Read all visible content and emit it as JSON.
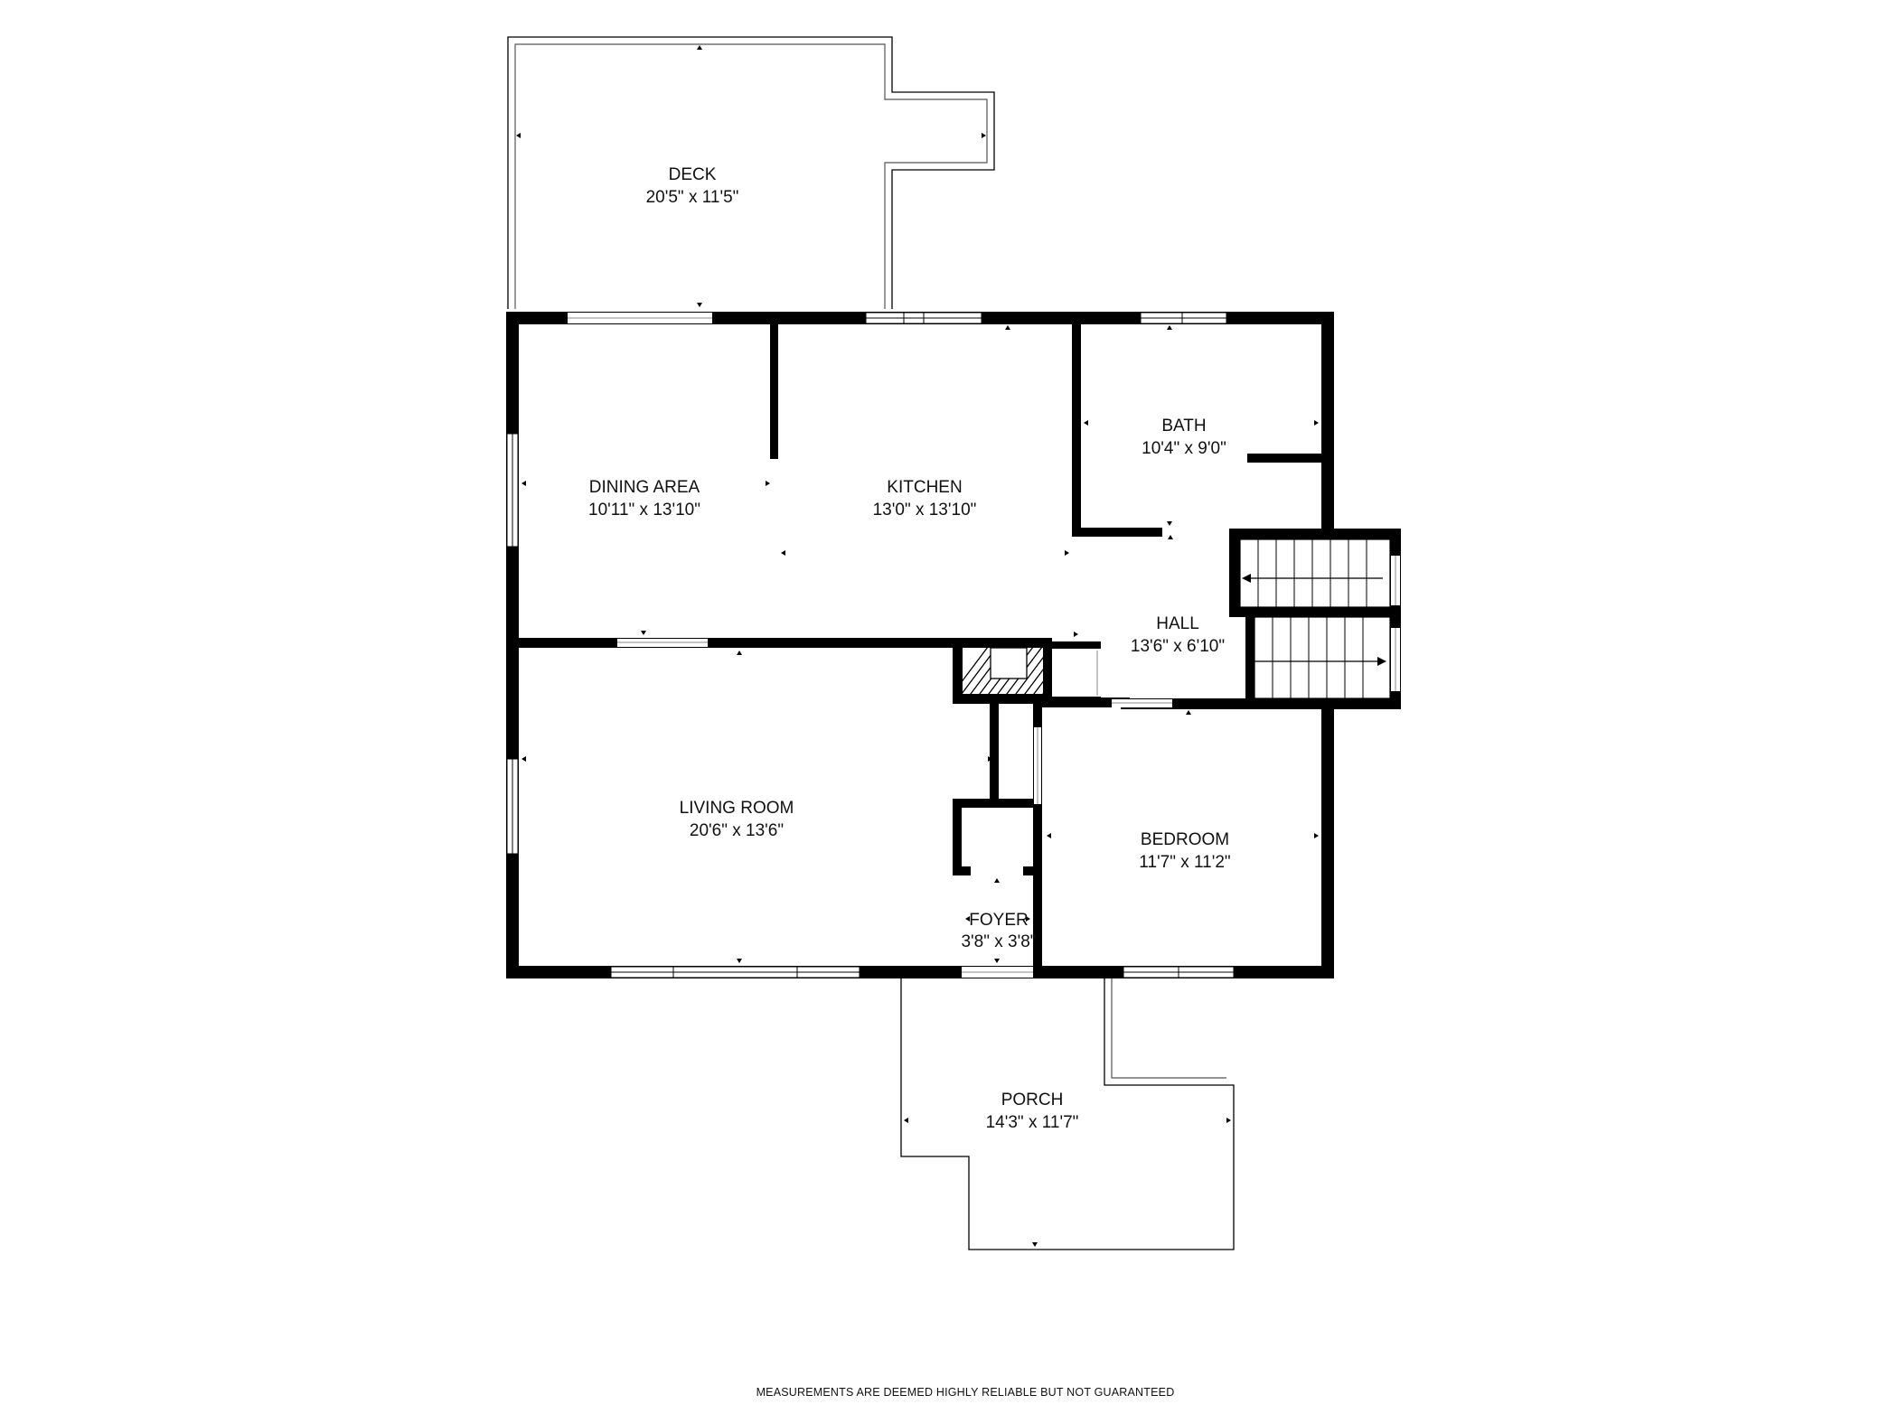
{
  "rooms": {
    "deck": {
      "name": "DECK",
      "dimensions": "20'5\" x 11'5\""
    },
    "dining_area": {
      "name": "DINING AREA",
      "dimensions": "10'11\" x 13'10\""
    },
    "kitchen": {
      "name": "KITCHEN",
      "dimensions": "13'0\" x 13'10\""
    },
    "bath": {
      "name": "BATH",
      "dimensions": "10'4\" x 9'0\""
    },
    "hall": {
      "name": "HALL",
      "dimensions": "13'6\" x 6'10\""
    },
    "living_room": {
      "name": "LIVING ROOM",
      "dimensions": "20'6\" x 13'6\""
    },
    "bedroom": {
      "name": "BEDROOM",
      "dimensions": "11'7\" x 11'2\""
    },
    "foyer": {
      "name": "FOYER",
      "dimensions": "3'8\" x 3'8\""
    },
    "porch": {
      "name": "PORCH",
      "dimensions": "14'3\" x 11'7\""
    }
  },
  "footer": {
    "disclaimer": "MEASUREMENTS ARE DEEMED HIGHLY RELIABLE BUT NOT GUARANTEED"
  }
}
